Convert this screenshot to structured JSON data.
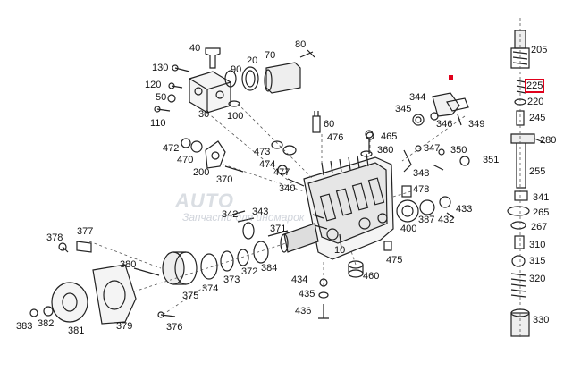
{
  "diagram": {
    "highlight_color": "#e0001b",
    "highlighted_part": "225",
    "watermark": {
      "brand": "AUTO",
      "subtitle": "Запчасти для иномарок"
    },
    "part_numbers": [
      "40",
      "70",
      "80",
      "130",
      "90",
      "20",
      "120",
      "50",
      "110",
      "30",
      "100",
      "60",
      "476",
      "344",
      "345",
      "346",
      "349",
      "205",
      "225",
      "220",
      "245",
      "280",
      "255",
      "472",
      "470",
      "473",
      "474",
      "477",
      "200",
      "370",
      "340",
      "465",
      "360",
      "347",
      "350",
      "351",
      "348",
      "478",
      "400",
      "387",
      "433",
      "432",
      "341",
      "265",
      "267",
      "310",
      "315",
      "320",
      "330",
      "342",
      "343",
      "371",
      "378",
      "377",
      "380",
      "375",
      "374",
      "373",
      "372",
      "384",
      "10",
      "475",
      "460",
      "434",
      "435",
      "436",
      "383",
      "382",
      "381",
      "379",
      "376"
    ]
  }
}
